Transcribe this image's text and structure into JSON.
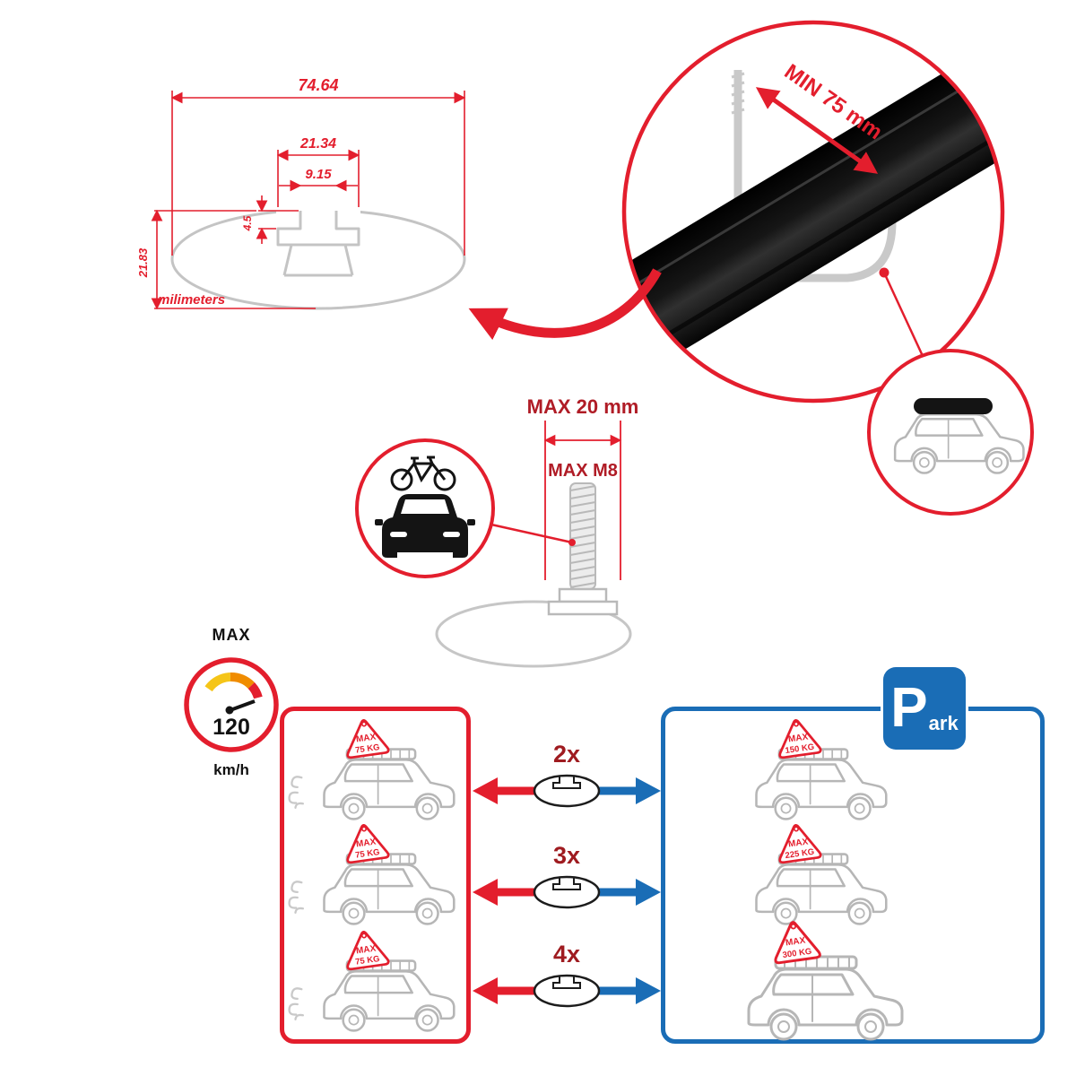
{
  "colors": {
    "red": "#e31e2d",
    "dark_red": "#9f1b20",
    "blue": "#1a6db6",
    "gray": "#c4c4c4",
    "black": "#141414"
  },
  "profile_drawing": {
    "width_total_mm": "74.64",
    "slot_outer_mm": "21.34",
    "slot_opening_mm": "9.15",
    "lip_depth_mm": "4.5",
    "height_mm": "21.83",
    "units_label": "milimeters"
  },
  "clamp_detail": {
    "min_width_label": "MIN 75 mm"
  },
  "bolt_detail": {
    "max_length_label": "MAX 20 mm",
    "max_thread_label": "MAX M8"
  },
  "speed_badge": {
    "top_label": "MAX",
    "value": "120",
    "unit": "km/h"
  },
  "park_sign": {
    "big_letter": "P",
    "rest": "ark"
  },
  "capacity": {
    "rows": [
      {
        "count_label": "2x",
        "left_line1": "MAX",
        "left_line2": "75 KG",
        "right_line1": "MAX",
        "right_line2": "150 KG"
      },
      {
        "count_label": "3x",
        "left_line1": "MAX",
        "left_line2": "75 KG",
        "right_line1": "MAX",
        "right_line2": "225 KG"
      },
      {
        "count_label": "4x",
        "left_line1": "MAX",
        "left_line2": "75 KG",
        "right_line1": "MAX",
        "right_line2": "300 KG"
      }
    ]
  }
}
